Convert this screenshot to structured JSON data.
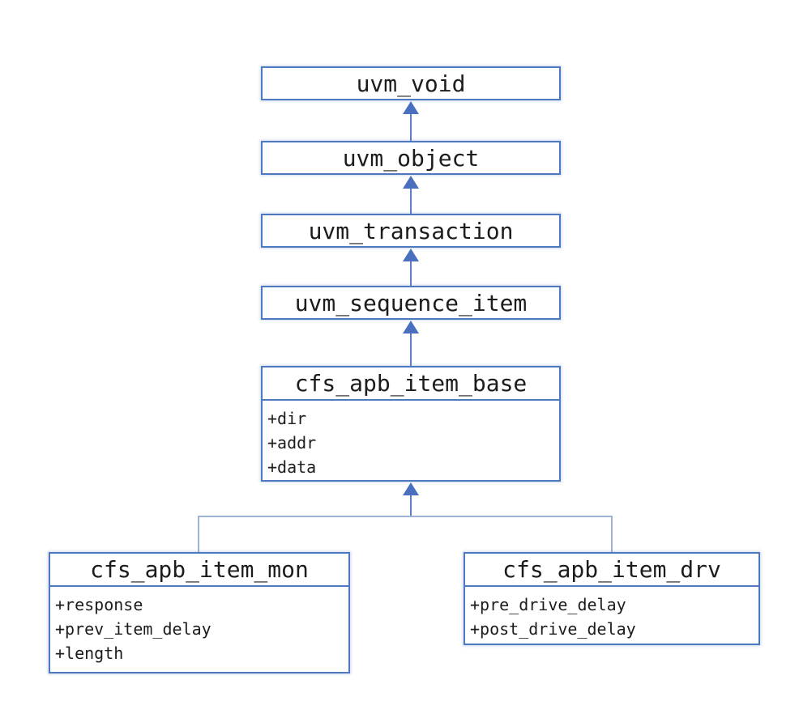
{
  "colors": {
    "box_border": "#4d79c1",
    "arrow_line": "#5d7fc4",
    "arrowhead": "#4a6fbf",
    "branch_line": "#9db3d6",
    "text": "#1c1c1c",
    "background": "#ffffff"
  },
  "diagram": {
    "type": "uml-class-inheritance",
    "classes": [
      {
        "id": "uvm_void",
        "name": "uvm_void",
        "fields": []
      },
      {
        "id": "uvm_object",
        "name": "uvm_object",
        "fields": []
      },
      {
        "id": "uvm_transaction",
        "name": "uvm_transaction",
        "fields": []
      },
      {
        "id": "uvm_sequence_item",
        "name": "uvm_sequence_item",
        "fields": []
      },
      {
        "id": "cfs_apb_item_base",
        "name": "cfs_apb_item_base",
        "fields": [
          "+dir",
          "+addr",
          "+data"
        ]
      },
      {
        "id": "cfs_apb_item_mon",
        "name": "cfs_apb_item_mon",
        "fields": [
          "+response",
          "+prev_item_delay",
          "+length"
        ]
      },
      {
        "id": "cfs_apb_item_drv",
        "name": "cfs_apb_item_drv",
        "fields": [
          "+pre_drive_delay",
          "+post_drive_delay"
        ]
      }
    ],
    "relations": [
      {
        "from": "uvm_object",
        "to": "uvm_void",
        "type": "generalization"
      },
      {
        "from": "uvm_transaction",
        "to": "uvm_object",
        "type": "generalization"
      },
      {
        "from": "uvm_sequence_item",
        "to": "uvm_transaction",
        "type": "generalization"
      },
      {
        "from": "cfs_apb_item_base",
        "to": "uvm_sequence_item",
        "type": "generalization"
      },
      {
        "from": "cfs_apb_item_mon",
        "to": "cfs_apb_item_base",
        "type": "generalization"
      },
      {
        "from": "cfs_apb_item_drv",
        "to": "cfs_apb_item_base",
        "type": "generalization"
      }
    ]
  }
}
